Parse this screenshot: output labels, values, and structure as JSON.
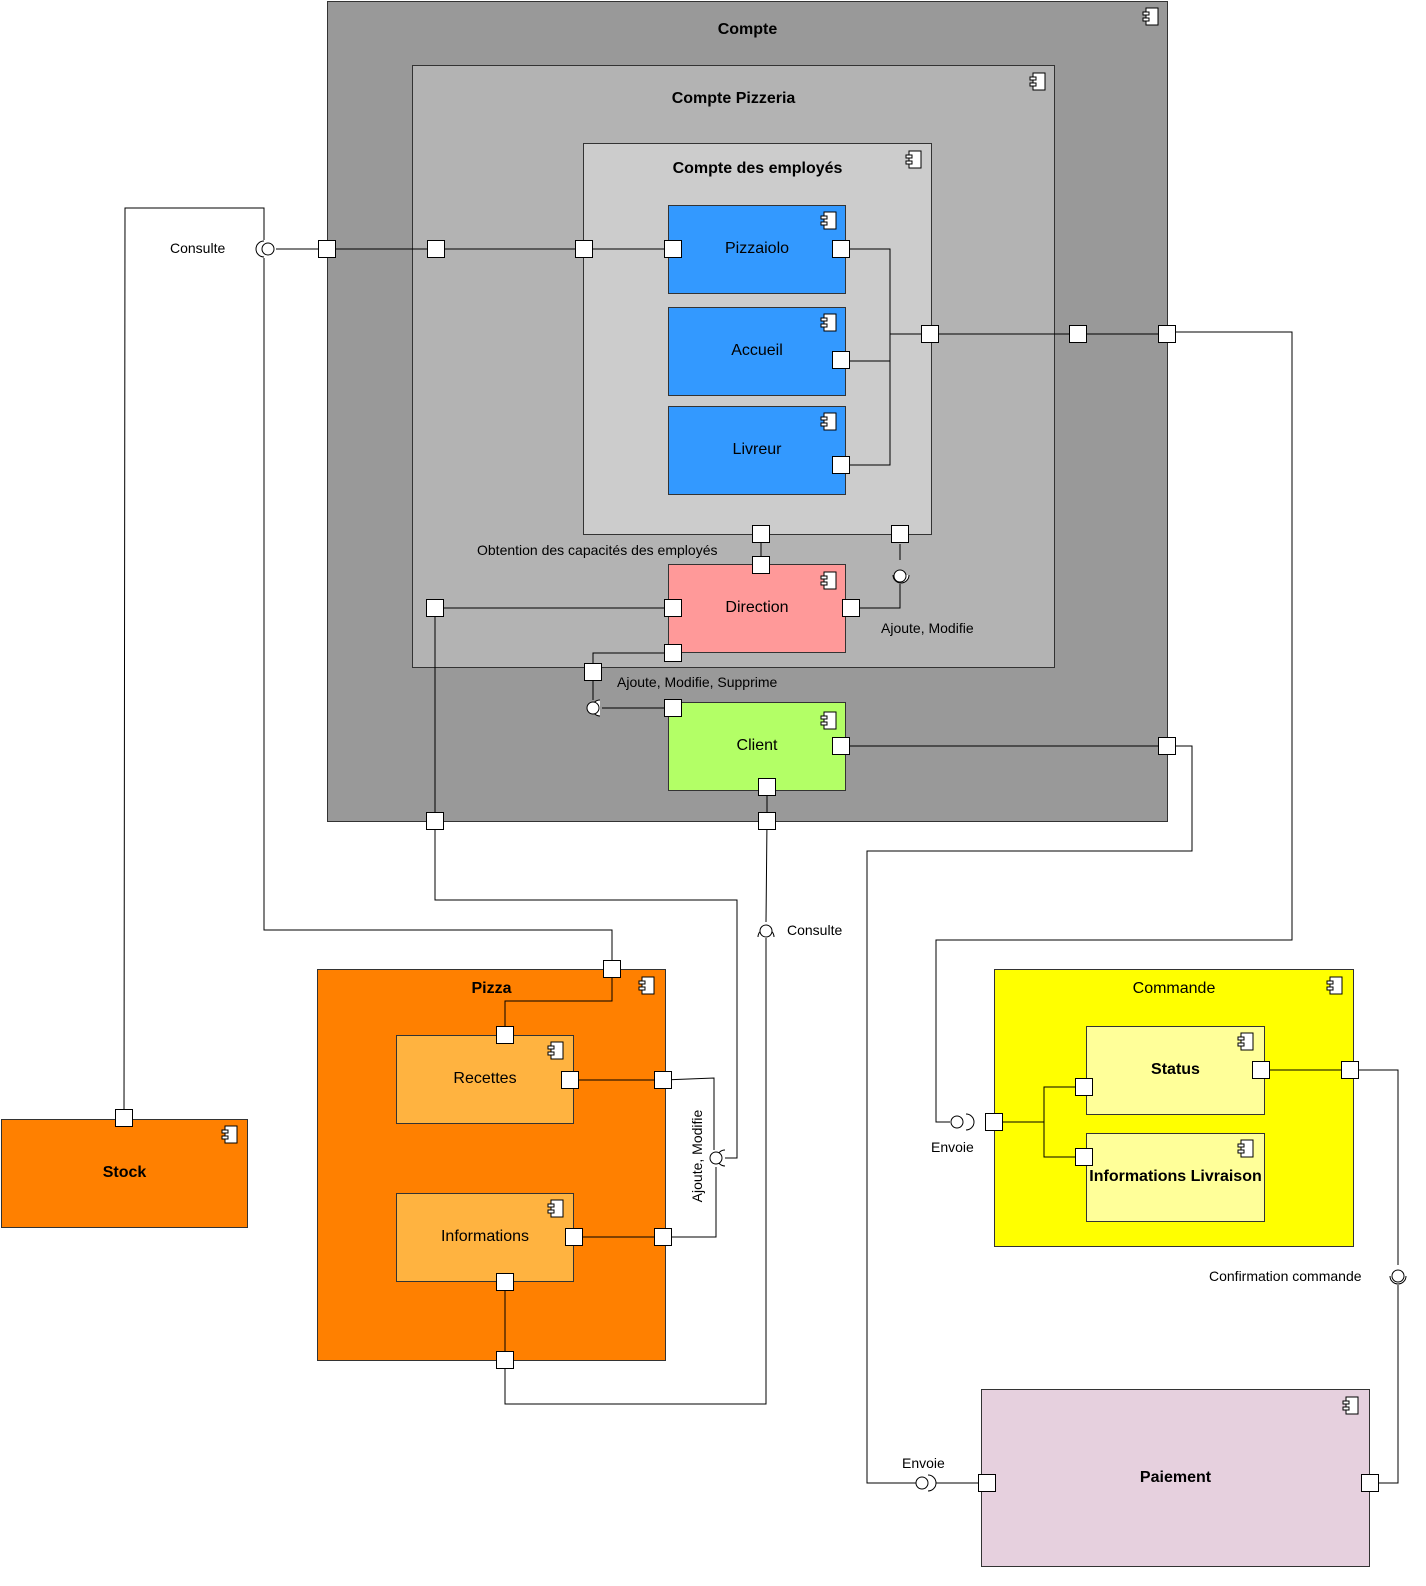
{
  "components": {
    "compte": {
      "label": "Compte",
      "color": "#999999"
    },
    "compte_pizzeria": {
      "label": "Compte Pizzeria",
      "color": "#b3b3b3"
    },
    "compte_employes": {
      "label": "Compte des employés",
      "color": "#cccccc"
    },
    "pizzaiolo": {
      "label": "Pizzaiolo",
      "color": "#3399ff"
    },
    "accueil": {
      "label": "Accueil",
      "color": "#3399ff"
    },
    "livreur": {
      "label": "Livreur",
      "color": "#3399ff"
    },
    "direction": {
      "label": "Direction",
      "color": "#ff9999"
    },
    "client": {
      "label": "Client",
      "color": "#b3ff66"
    },
    "pizza": {
      "label": "Pizza",
      "color": "#ff8000"
    },
    "recettes": {
      "label": "Recettes",
      "color": "#ffb340"
    },
    "informations": {
      "label": "Informations",
      "color": "#ffb340"
    },
    "stock": {
      "label": "Stock",
      "color": "#ff8000"
    },
    "commande": {
      "label": "Commande",
      "color": "#ffff00"
    },
    "status": {
      "label": "Status",
      "color": "#ffff99"
    },
    "informations_livraison": {
      "label": "Informations Livraison",
      "color": "#ffff99"
    },
    "paiement": {
      "label": "Paiement",
      "color": "#e6d0de"
    }
  },
  "labels": {
    "consulte_stock": "Consulte",
    "obtention": "Obtention des capacités des employés",
    "ajoute_modifie_employes": "Ajoute, Modifie",
    "ajoute_modifie_supprime": "Ajoute, Modifie, Supprime",
    "consulte_pizza": "Consulte",
    "ajoute_modifie_pizza": "Ajoute, Modifie",
    "envoie_commande": "Envoie",
    "confirmation_commande": "Confirmation commande",
    "envoie_paiement": "Envoie"
  }
}
